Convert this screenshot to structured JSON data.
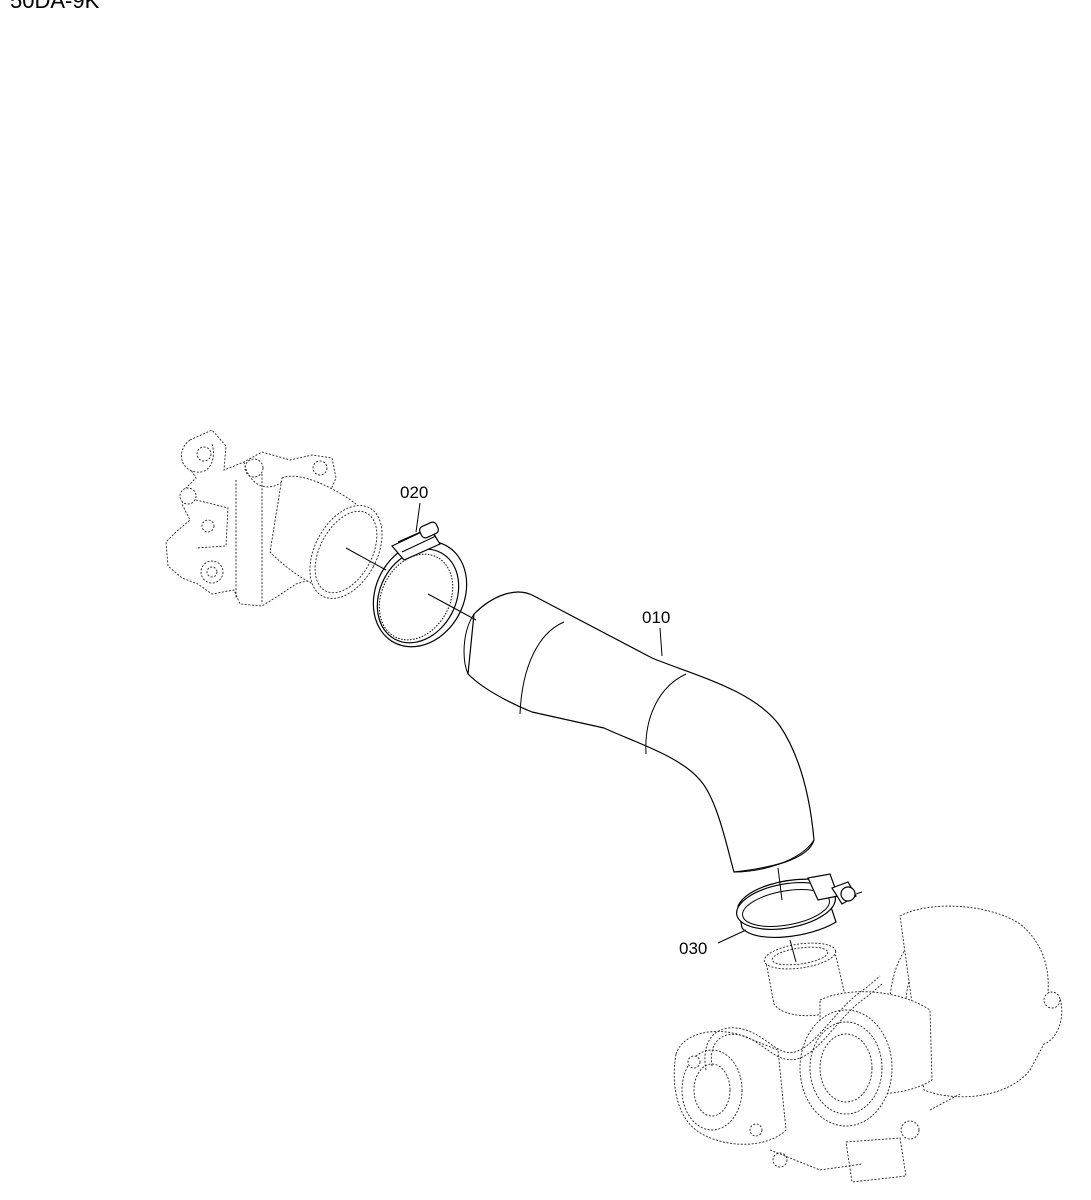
{
  "header": {
    "drawing_code": "50DA-9K"
  },
  "callouts": {
    "hose": "010",
    "upper_clamp": "020",
    "lower_clamp": "030"
  }
}
